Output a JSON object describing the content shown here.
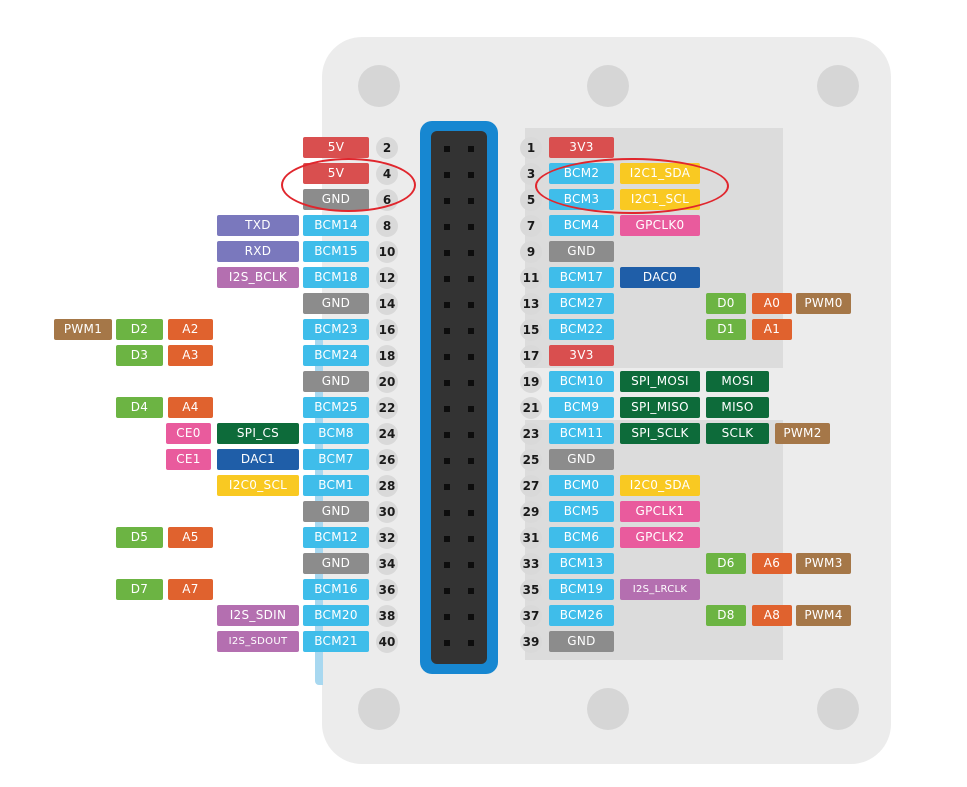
{
  "colors": {
    "power_5v": "#d94f4f",
    "power_3v3": "#d94f4f",
    "gnd": "#8c8c8c",
    "bcm": "#3fbdea",
    "i2c": "#f9c922",
    "uart": "#7a78bd",
    "i2s": "#b46fb0",
    "gpclk": "#e95b9d",
    "dac": "#1f5ea8",
    "spi": "#0d6b3a",
    "digital": "#6cb443",
    "analog": "#e0622e",
    "pwm": "#a57748",
    "ce": "#e95b9d",
    "header_frame": "#1787d1",
    "highlight": "#e0262d"
  },
  "left_pins": [
    {
      "num": "2",
      "labels": [
        {
          "text": "5V",
          "type": "power_5v"
        }
      ]
    },
    {
      "num": "4",
      "labels": [
        {
          "text": "5V",
          "type": "power_5v"
        }
      ]
    },
    {
      "num": "6",
      "labels": [
        {
          "text": "GND",
          "type": "gnd"
        }
      ]
    },
    {
      "num": "8",
      "labels": [
        {
          "text": "BCM14",
          "type": "bcm"
        },
        {
          "text": "TXD",
          "type": "uart"
        }
      ]
    },
    {
      "num": "10",
      "labels": [
        {
          "text": "BCM15",
          "type": "bcm"
        },
        {
          "text": "RXD",
          "type": "uart"
        }
      ]
    },
    {
      "num": "12",
      "labels": [
        {
          "text": "BCM18",
          "type": "bcm"
        },
        {
          "text": "I2S_BCLK",
          "type": "i2s"
        }
      ]
    },
    {
      "num": "14",
      "labels": [
        {
          "text": "GND",
          "type": "gnd"
        }
      ]
    },
    {
      "num": "16",
      "labels": [
        {
          "text": "BCM23",
          "type": "bcm"
        },
        {
          "text": "",
          "type": "none"
        },
        {
          "text": "A2",
          "type": "analog"
        },
        {
          "text": "D2",
          "type": "digital"
        },
        {
          "text": "PWM1",
          "type": "pwm"
        }
      ]
    },
    {
      "num": "18",
      "labels": [
        {
          "text": "BCM24",
          "type": "bcm"
        },
        {
          "text": "",
          "type": "none"
        },
        {
          "text": "A3",
          "type": "analog"
        },
        {
          "text": "D3",
          "type": "digital"
        }
      ]
    },
    {
      "num": "20",
      "labels": [
        {
          "text": "GND",
          "type": "gnd"
        }
      ]
    },
    {
      "num": "22",
      "labels": [
        {
          "text": "BCM25",
          "type": "bcm"
        },
        {
          "text": "",
          "type": "none"
        },
        {
          "text": "A4",
          "type": "analog"
        },
        {
          "text": "D4",
          "type": "digital"
        }
      ]
    },
    {
      "num": "24",
      "labels": [
        {
          "text": "BCM8",
          "type": "bcm"
        },
        {
          "text": "SPI_CS",
          "type": "spi"
        },
        {
          "text": "CE0",
          "type": "ce"
        }
      ]
    },
    {
      "num": "26",
      "labels": [
        {
          "text": "BCM7",
          "type": "bcm"
        },
        {
          "text": "DAC1",
          "type": "dac"
        },
        {
          "text": "CE1",
          "type": "ce"
        }
      ]
    },
    {
      "num": "28",
      "labels": [
        {
          "text": "BCM1",
          "type": "bcm"
        },
        {
          "text": "I2C0_SCL",
          "type": "i2c"
        }
      ]
    },
    {
      "num": "30",
      "labels": [
        {
          "text": "GND",
          "type": "gnd"
        }
      ]
    },
    {
      "num": "32",
      "labels": [
        {
          "text": "BCM12",
          "type": "bcm"
        },
        {
          "text": "",
          "type": "none"
        },
        {
          "text": "A5",
          "type": "analog"
        },
        {
          "text": "D5",
          "type": "digital"
        }
      ]
    },
    {
      "num": "34",
      "labels": [
        {
          "text": "GND",
          "type": "gnd"
        }
      ]
    },
    {
      "num": "36",
      "labels": [
        {
          "text": "BCM16",
          "type": "bcm"
        },
        {
          "text": "",
          "type": "none"
        },
        {
          "text": "A7",
          "type": "analog"
        },
        {
          "text": "D7",
          "type": "digital"
        }
      ]
    },
    {
      "num": "38",
      "labels": [
        {
          "text": "BCM20",
          "type": "bcm"
        },
        {
          "text": "I2S_SDIN",
          "type": "i2s"
        }
      ]
    },
    {
      "num": "40",
      "labels": [
        {
          "text": "BCM21",
          "type": "bcm"
        },
        {
          "text": "I2S_SDOUT",
          "type": "i2s"
        }
      ]
    }
  ],
  "right_pins": [
    {
      "num": "1",
      "labels": [
        {
          "text": "3V3",
          "type": "power_3v3"
        }
      ]
    },
    {
      "num": "3",
      "labels": [
        {
          "text": "BCM2",
          "type": "bcm"
        },
        {
          "text": "I2C1_SDA",
          "type": "i2c"
        }
      ]
    },
    {
      "num": "5",
      "labels": [
        {
          "text": "BCM3",
          "type": "bcm"
        },
        {
          "text": "I2C1_SCL",
          "type": "i2c"
        }
      ]
    },
    {
      "num": "7",
      "labels": [
        {
          "text": "BCM4",
          "type": "bcm"
        },
        {
          "text": "GPCLK0",
          "type": "gpclk"
        }
      ]
    },
    {
      "num": "9",
      "labels": [
        {
          "text": "GND",
          "type": "gnd"
        }
      ]
    },
    {
      "num": "11",
      "labels": [
        {
          "text": "BCM17",
          "type": "bcm"
        },
        {
          "text": "DAC0",
          "type": "dac"
        }
      ]
    },
    {
      "num": "13",
      "labels": [
        {
          "text": "BCM27",
          "type": "bcm"
        },
        {
          "text": "",
          "type": "none"
        },
        {
          "text": "D0",
          "type": "digital"
        },
        {
          "text": "A0",
          "type": "analog"
        },
        {
          "text": "PWM0",
          "type": "pwm"
        }
      ]
    },
    {
      "num": "15",
      "labels": [
        {
          "text": "BCM22",
          "type": "bcm"
        },
        {
          "text": "",
          "type": "none"
        },
        {
          "text": "D1",
          "type": "digital"
        },
        {
          "text": "A1",
          "type": "analog"
        }
      ]
    },
    {
      "num": "17",
      "labels": [
        {
          "text": "3V3",
          "type": "power_3v3"
        }
      ]
    },
    {
      "num": "19",
      "labels": [
        {
          "text": "BCM10",
          "type": "bcm"
        },
        {
          "text": "SPI_MOSI",
          "type": "spi"
        },
        {
          "text": "MOSI",
          "type": "spi"
        }
      ]
    },
    {
      "num": "21",
      "labels": [
        {
          "text": "BCM9",
          "type": "bcm"
        },
        {
          "text": "SPI_MISO",
          "type": "spi"
        },
        {
          "text": "MISO",
          "type": "spi"
        }
      ]
    },
    {
      "num": "23",
      "labels": [
        {
          "text": "BCM11",
          "type": "bcm"
        },
        {
          "text": "SPI_SCLK",
          "type": "spi"
        },
        {
          "text": "SCLK",
          "type": "spi"
        },
        {
          "text": "PWM2",
          "type": "pwm"
        }
      ]
    },
    {
      "num": "25",
      "labels": [
        {
          "text": "GND",
          "type": "gnd"
        }
      ]
    },
    {
      "num": "27",
      "labels": [
        {
          "text": "BCM0",
          "type": "bcm"
        },
        {
          "text": "I2C0_SDA",
          "type": "i2c"
        }
      ]
    },
    {
      "num": "29",
      "labels": [
        {
          "text": "BCM5",
          "type": "bcm"
        },
        {
          "text": "GPCLK1",
          "type": "gpclk"
        }
      ]
    },
    {
      "num": "31",
      "labels": [
        {
          "text": "BCM6",
          "type": "bcm"
        },
        {
          "text": "GPCLK2",
          "type": "gpclk"
        }
      ]
    },
    {
      "num": "33",
      "labels": [
        {
          "text": "BCM13",
          "type": "bcm"
        },
        {
          "text": "",
          "type": "none"
        },
        {
          "text": "D6",
          "type": "digital"
        },
        {
          "text": "A6",
          "type": "analog"
        },
        {
          "text": "PWM3",
          "type": "pwm"
        }
      ]
    },
    {
      "num": "35",
      "labels": [
        {
          "text": "BCM19",
          "type": "bcm"
        },
        {
          "text": "I2S_LRCLK",
          "type": "i2s"
        }
      ]
    },
    {
      "num": "37",
      "labels": [
        {
          "text": "BCM26",
          "type": "bcm"
        },
        {
          "text": "",
          "type": "none"
        },
        {
          "text": "D8",
          "type": "digital"
        },
        {
          "text": "A8",
          "type": "analog"
        },
        {
          "text": "PWM4",
          "type": "pwm"
        }
      ]
    },
    {
      "num": "39",
      "labels": [
        {
          "text": "GND",
          "type": "gnd"
        }
      ]
    }
  ]
}
